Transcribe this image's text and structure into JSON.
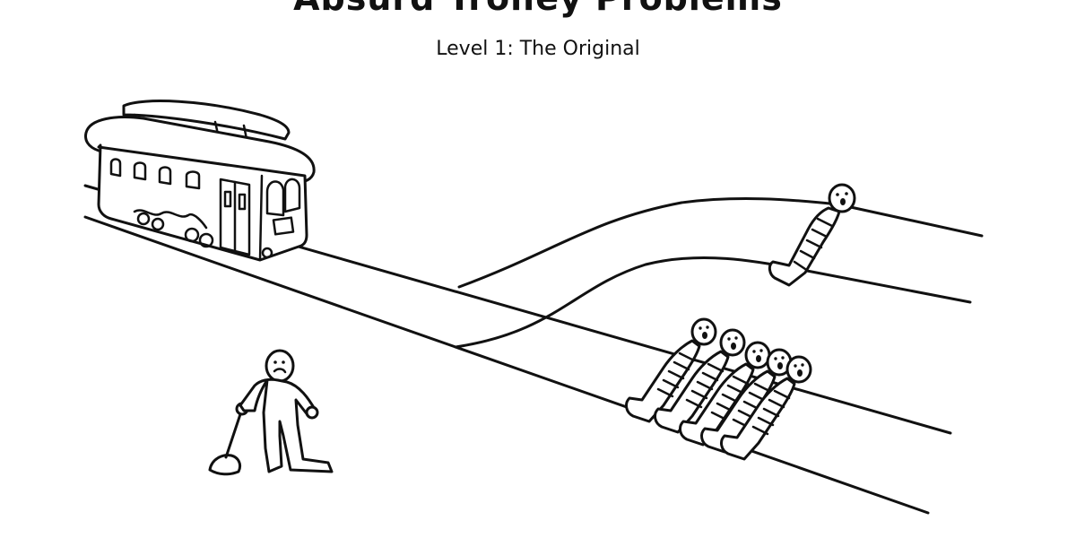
{
  "title": "Absurd Trolley Problems",
  "subtitle": "Level 1: The Original",
  "figures": {
    "lever_operator": "person-at-lever",
    "main_track_victims_count": 5,
    "side_track_victims_count": 1
  }
}
